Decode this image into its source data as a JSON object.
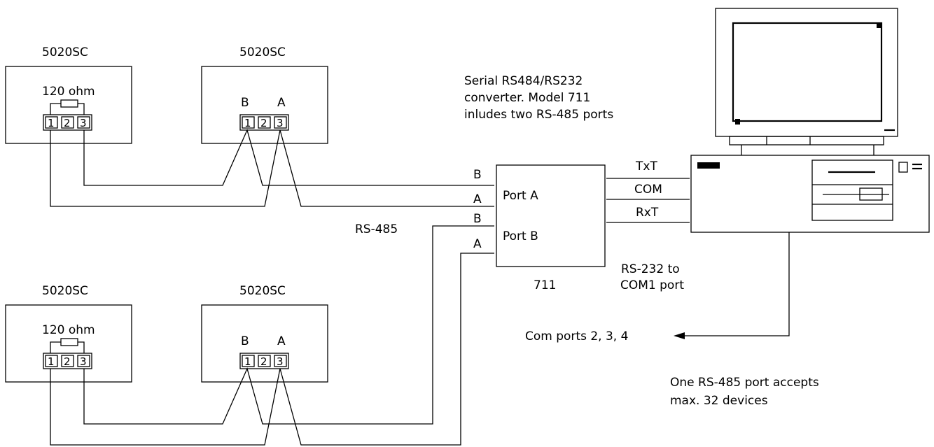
{
  "devices": [
    {
      "title": "5020SC",
      "resistor_label": "120 ohm",
      "terminals": [
        "1",
        "2",
        "3"
      ]
    },
    {
      "title": "5020SC",
      "terminal_label_b": "B",
      "terminal_label_a": "A",
      "terminals": [
        "1",
        "2",
        "3"
      ]
    },
    {
      "title": "5020SC",
      "resistor_label": "120 ohm",
      "terminals": [
        "1",
        "2",
        "3"
      ]
    },
    {
      "title": "5020SC",
      "terminal_label_b": "B",
      "terminal_label_a": "A",
      "terminals": [
        "1",
        "2",
        "3"
      ]
    }
  ],
  "converter": {
    "description_lines": [
      "Serial RS484/RS232",
      "converter. Model 711",
      "inludes two RS-485 ports"
    ],
    "port_a_label": "Port A",
    "port_b_label": "Port B",
    "model_label": "711",
    "wire_b1": "B",
    "wire_a1": "A",
    "wire_b2": "B",
    "wire_a2": "A"
  },
  "bus_label": "RS-485",
  "serial_lines": [
    "TxT",
    "COM",
    "RxT"
  ],
  "rs232_note_lines": [
    "RS-232 to",
    "COM1 port"
  ],
  "com_ports_label": "Com ports 2, 3, 4",
  "capacity_note_lines": [
    "One RS-485 port accepts",
    "max. 32 devices"
  ]
}
